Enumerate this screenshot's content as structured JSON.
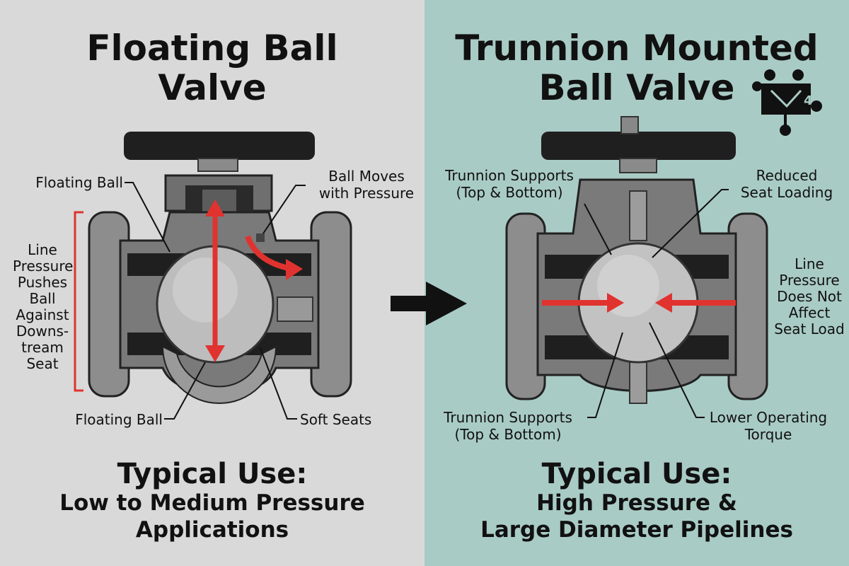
{
  "left": {
    "title_line1": "Floating Ball",
    "title_line2": "Valve",
    "labels": {
      "floating_ball_top": "Floating Ball",
      "ball_moves_line1": "Ball Moves",
      "ball_moves_line2": "with Pressure",
      "floating_ball_bottom": "Floating Ball",
      "soft_seats": "Soft Seats",
      "side_text": [
        "Line",
        "Pressure",
        "Pushes",
        "Ball",
        "Against",
        "Downs-",
        "tream",
        "Seat"
      ]
    },
    "typical_use": {
      "heading": "Typical Use:",
      "line1": "Low to Medium Pressure",
      "line2": "Applications"
    }
  },
  "right": {
    "title_line1": "Trunnion Mounted",
    "title_line2": "Ball Valve",
    "labels": {
      "trunnion_top_line1": "Trunnion Supports",
      "trunnion_top_line2": "(Top & Bottom)",
      "reduced_line1": "Reduced",
      "reduced_line2": "Seat Loading",
      "line_pressure": [
        "Line",
        "Pressure",
        "Does Not",
        "Affect",
        "Seat Load"
      ],
      "trunnion_bottom_line1": "Trunnion Supports",
      "trunnion_bottom_line2": "(Top & Bottom)",
      "lower_line1": "Lower Operating",
      "lower_line2": "Torque"
    },
    "typical_use": {
      "heading": "Typical Use:",
      "line1": "High Pressure &",
      "line2": "Large Diameter Pipelines"
    }
  },
  "colors": {
    "left_bg": "#d9d9d9",
    "right_bg": "#a9cbc5",
    "accent_red": "#e0332f",
    "valve_dark": "#1f1f1f",
    "valve_gray": "#7a7a7a"
  },
  "icons": [
    "comparison-arrow-icon",
    "pipeline-network-logo-icon"
  ]
}
